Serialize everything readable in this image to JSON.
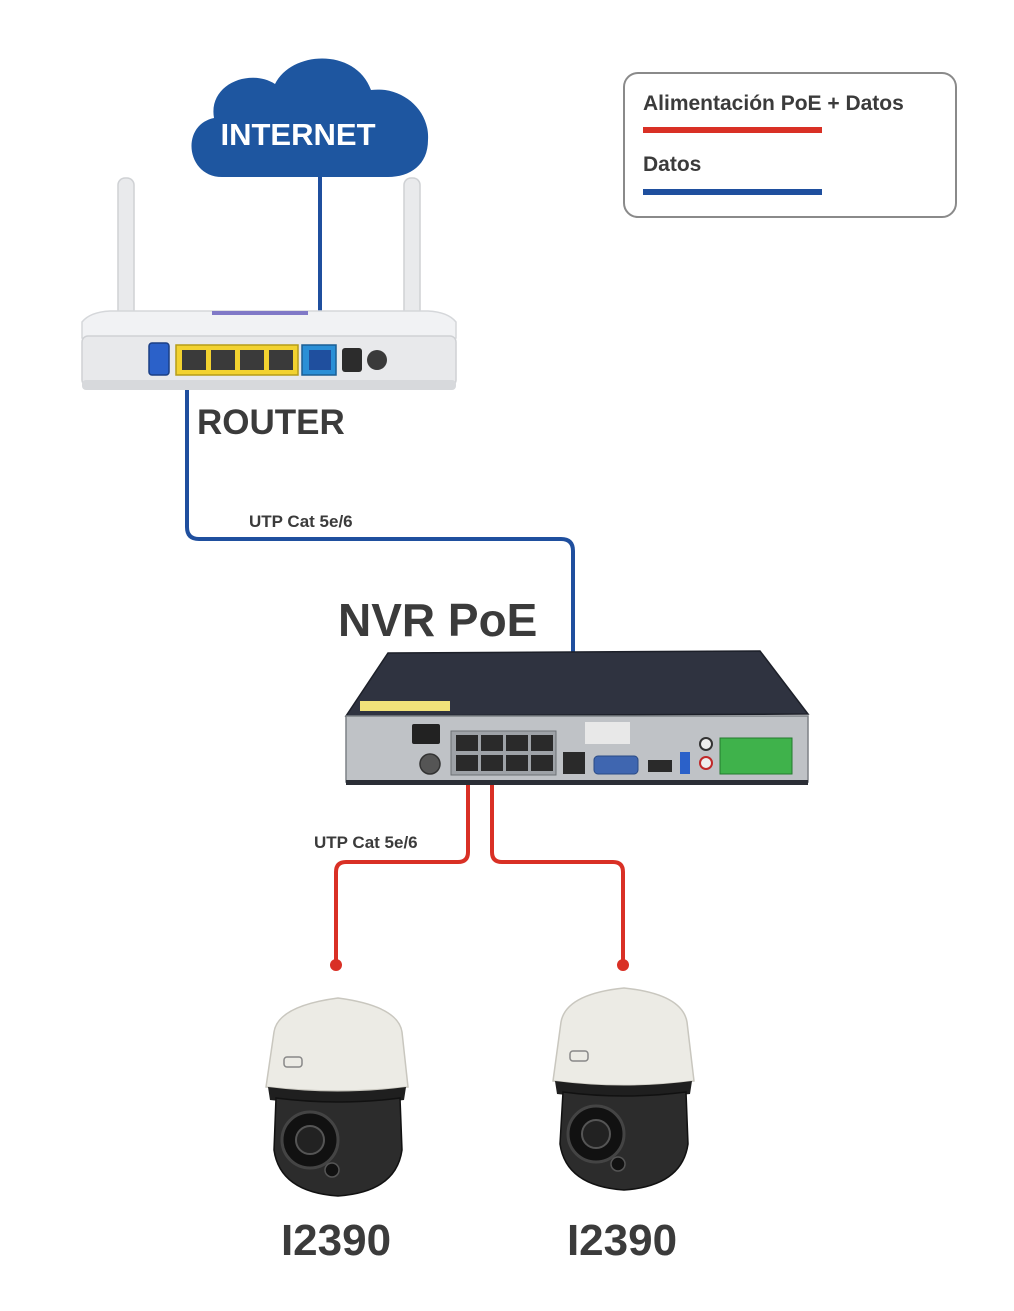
{
  "legend": {
    "items": [
      {
        "label": "Alimentación PoE + Datos",
        "color": "#d93025"
      },
      {
        "label": "Datos",
        "color": "#1f4f9e"
      }
    ]
  },
  "cloud": {
    "label": "INTERNET",
    "color": "#1e56a0"
  },
  "router": {
    "label": "ROUTER"
  },
  "nvr": {
    "label": "NVR PoE"
  },
  "cables": {
    "router_to_nvr": "UTP Cat 5e/6",
    "nvr_to_cameras": "UTP Cat 5e/6"
  },
  "cameras": [
    {
      "label": "I2390"
    },
    {
      "label": "I2390"
    }
  ],
  "colors": {
    "poe_data": "#d93025",
    "data": "#1f4f9e"
  }
}
